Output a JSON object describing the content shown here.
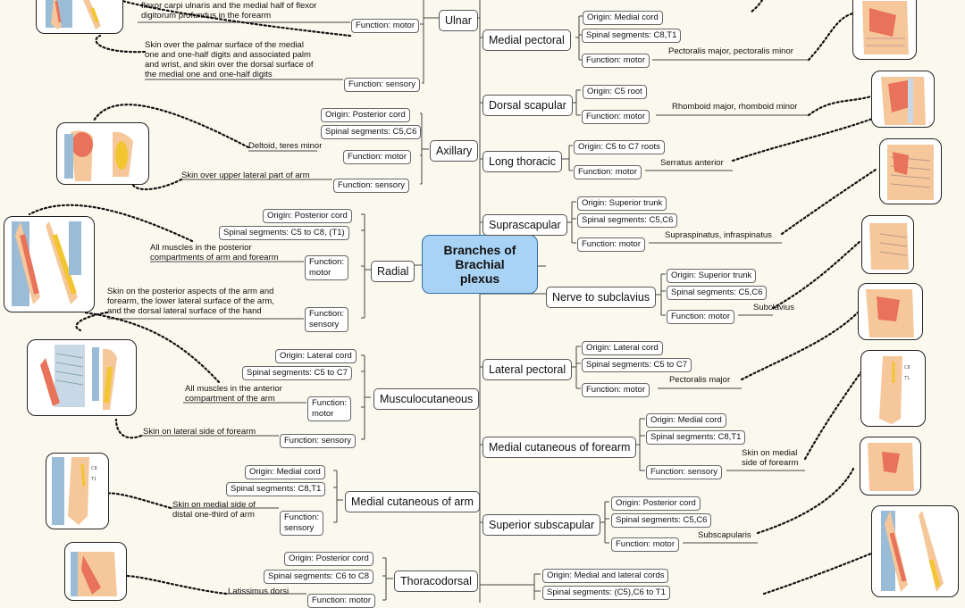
{
  "center": {
    "line1": "Branches of",
    "line2": "Brachial",
    "line3": "plexus"
  },
  "left": {
    "ulnar": {
      "name": "Ulnar",
      "motor_desc": [
        "flexor carpi ulnaris and the medial half of flexor",
        "digitorum profundus in the forearm"
      ],
      "motor": "Function: motor",
      "sensory_desc": [
        "Skin over the palmar surface of the medial",
        "one and one-half digits and associated palm",
        "and wrist, and skin over the dorsal surface of",
        "the medial one and one-half digits"
      ],
      "sensory": "Function: sensory"
    },
    "axillary": {
      "name": "Axillary",
      "origin": "Origin: Posterior cord",
      "segments": "Spinal segments: C5,C6",
      "motor_desc": "Deltoid, teres minor",
      "motor": "Function: motor",
      "sensory_desc": "Skin over upper lateral part of arm",
      "sensory": "Function: sensory"
    },
    "radial": {
      "name": "Radial",
      "origin": "Origin: Posterior cord",
      "segments": "Spinal segments: C5 to C8, (T1)",
      "motor_desc": [
        "All muscles in the posterior",
        "compartments of arm and forearm"
      ],
      "motor1": "Function:",
      "motor2": "motor",
      "sensory_desc": [
        "Skin on the posterior aspects of the arm and",
        "forearm, the lower lateral surface of the arm,",
        "and the dorsal lateral surface of the hand"
      ],
      "sensory1": "Function:",
      "sensory2": "sensory"
    },
    "musculo": {
      "name": "Musculocutaneous",
      "origin": "Origin: Lateral cord",
      "segments": "Spinal segments: C5 to C7",
      "motor_desc": [
        "All muscles in the anterior",
        "compartment of the arm"
      ],
      "motor1": "Function:",
      "motor2": "motor",
      "sensory_desc": "Skin on lateral side of forearm",
      "sensory": "Function: sensory"
    },
    "medarm": {
      "name": "Medial cutaneous of arm",
      "origin": "Origin: Medial cord",
      "segments": "Spinal segments: C8,T1",
      "sensory_desc": [
        "Skin on medial side of",
        "distal one-third of arm"
      ],
      "sensory1": "Function:",
      "sensory2": "sensory"
    },
    "thoraco": {
      "name": "Thoracodorsal",
      "origin": "Origin: Posterior cord",
      "segments": "Spinal segments: C6 to C8",
      "motor_desc": "Latissimus dorsi",
      "motor": "Function: motor"
    }
  },
  "right": {
    "medpec": {
      "name": "Medial pectoral",
      "origin": "Origin: Medial cord",
      "segments": "Spinal segments: C8,T1",
      "motor": "Function: motor",
      "motor_desc": "Pectoralis major, pectoralis minor"
    },
    "dorsal": {
      "name": "Dorsal scapular",
      "origin": "Origin: C5 root",
      "motor": "Function: motor",
      "motor_desc": "Rhomboid major, rhomboid minor"
    },
    "longth": {
      "name": "Long thoracic",
      "origin": "Origin: C5 to C7 roots",
      "motor": "Function: motor",
      "motor_desc": "Serratus anterior"
    },
    "supra": {
      "name": "Suprascapular",
      "origin": "Origin: Superior trunk",
      "segments": "Spinal segments: C5,C6",
      "motor": "Function: motor",
      "motor_desc": "Supraspinatus, infraspinatus"
    },
    "subclav": {
      "name": "Nerve to subclavius",
      "origin": "Origin: Superior trunk",
      "segments": "Spinal segments: C5,C6",
      "motor": "Function: motor",
      "motor_desc": "Subclavius"
    },
    "latpec": {
      "name": "Lateral pectoral",
      "origin": "Origin: Lateral cord",
      "segments": "Spinal segments: C5 to C7",
      "motor": "Function: motor",
      "motor_desc": "Pectoralis major"
    },
    "medfore": {
      "name": "Medial cutaneous of forearm",
      "origin": "Origin: Medial cord",
      "segments": "Spinal segments: C8,T1",
      "sensory": "Function: sensory",
      "sensory_desc": [
        "Skin on medial",
        "side of forearm"
      ]
    },
    "supsub": {
      "name": "Superior subscapular",
      "origin": "Origin: Posterior cord",
      "segments": "Spinal segments: C5,C6",
      "motor": "Function: motor",
      "motor_desc": "Subscapularis"
    },
    "median": {
      "origin": "Origin: Medial and lateral cords",
      "segments": "Spinal segments: (C5),C6 to T1"
    }
  },
  "colors": {
    "center_fill": "#a9d3f5",
    "center_border": "#2f6ea8",
    "background": "#fbf9ee",
    "muscle": "#e8735a",
    "skin": "#f5c79a",
    "nerve_yellow": "#f2c531"
  }
}
